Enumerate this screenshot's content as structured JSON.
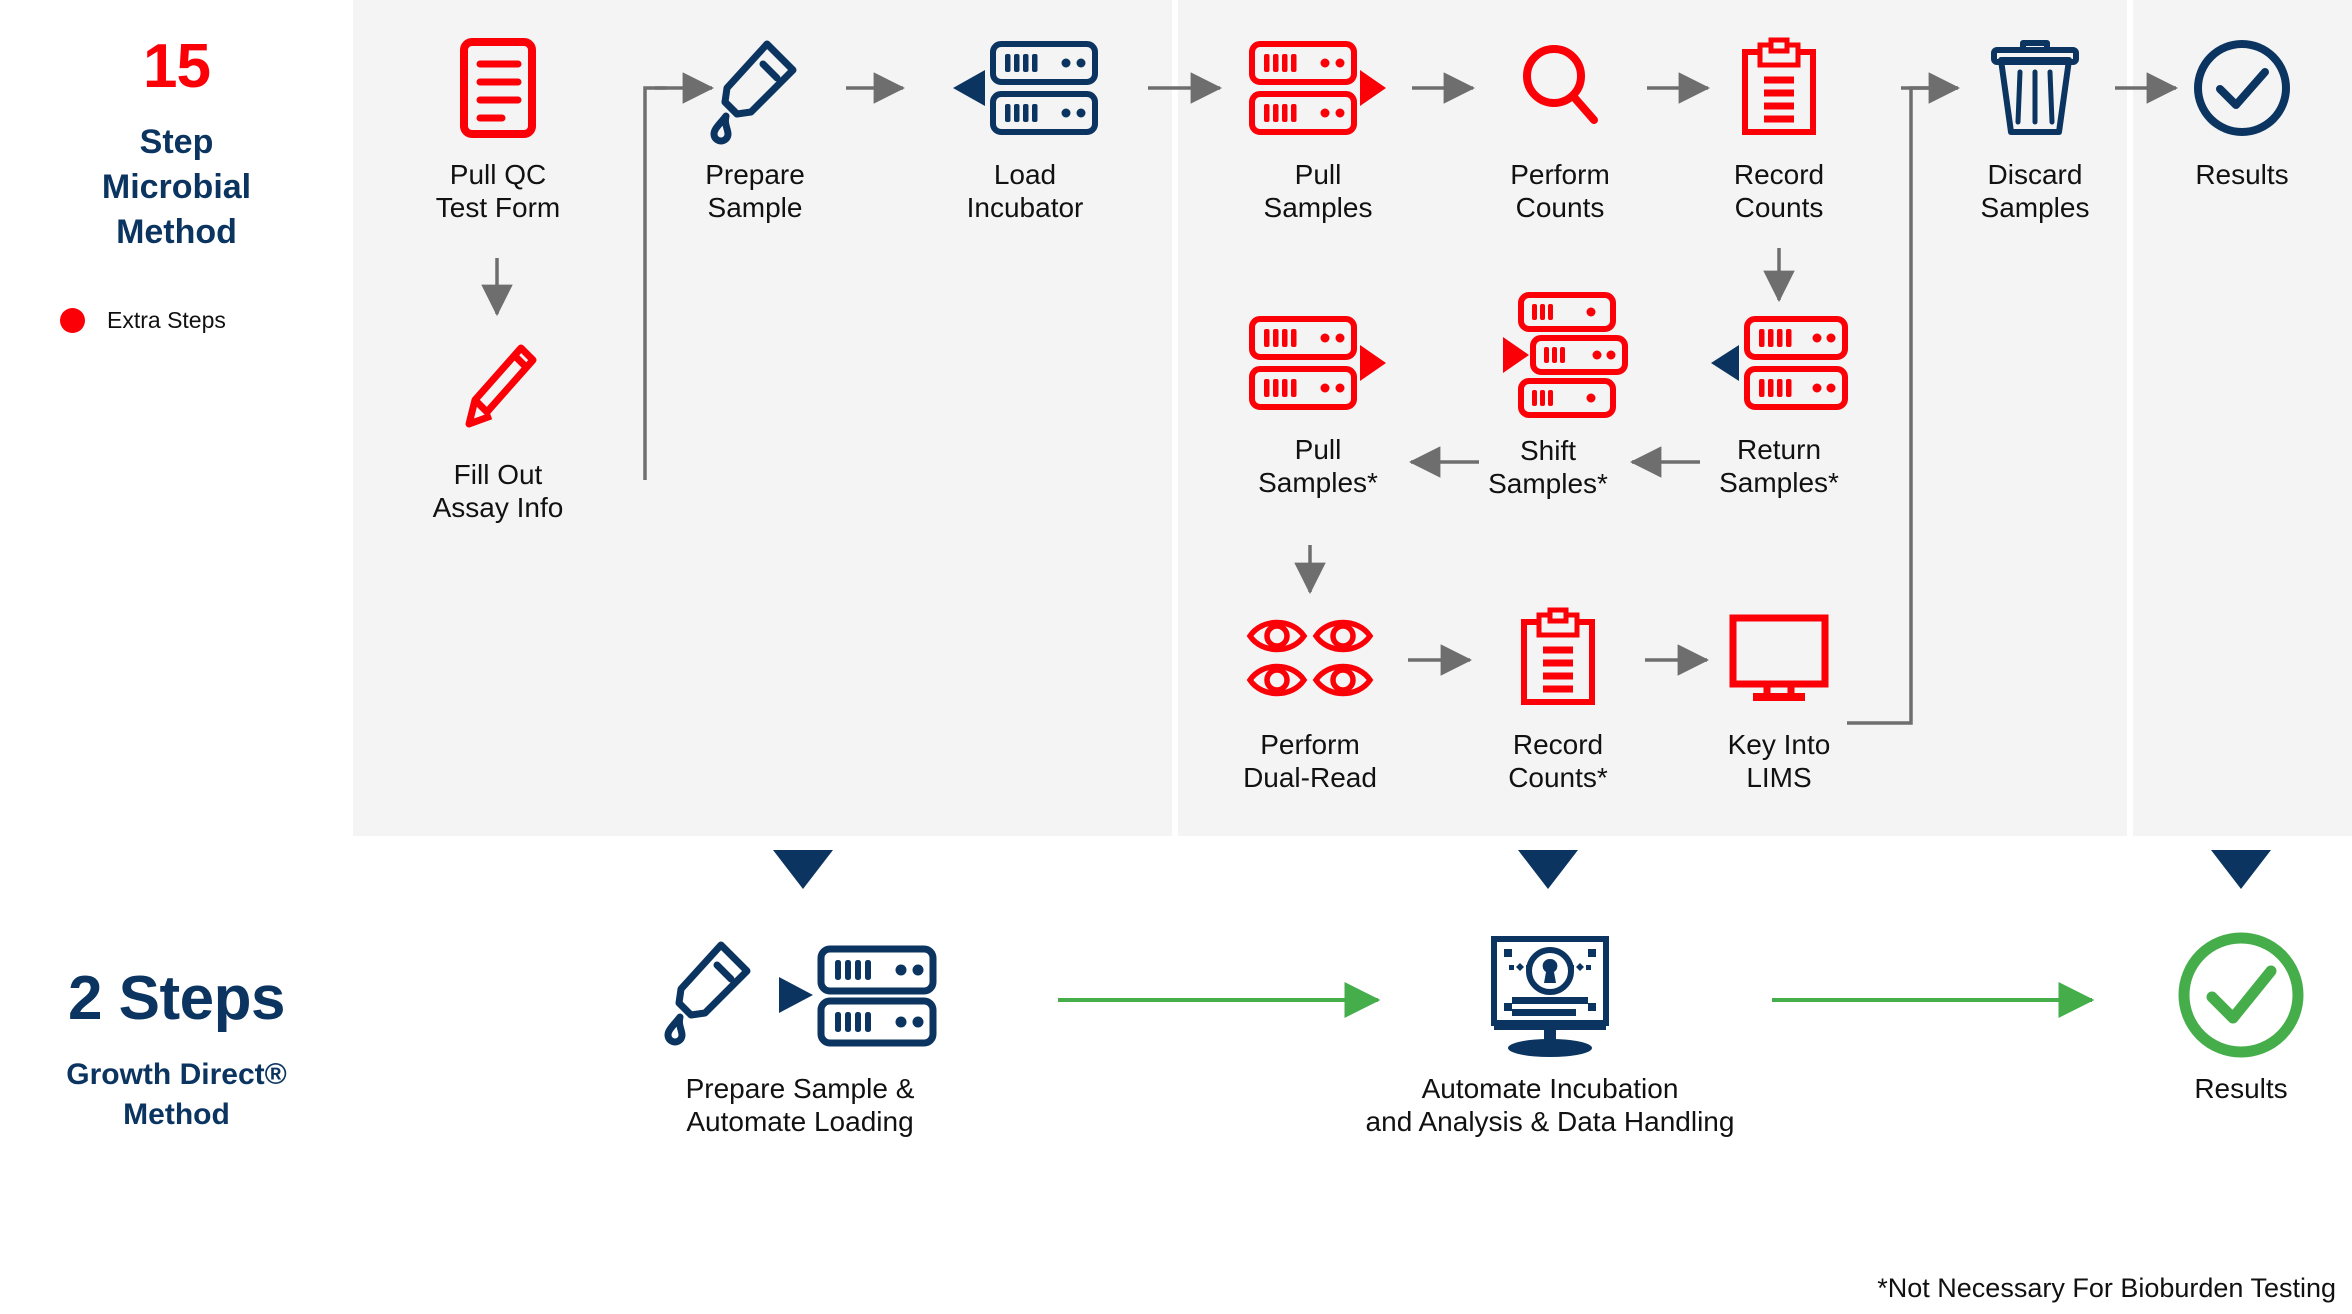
{
  "colors": {
    "red": "#fb0007",
    "navy": "#0b3560",
    "green": "#45ae4a",
    "gray_panel": "#f4f4f4",
    "arrow_gray": "#6e6e6e",
    "text": "#111111"
  },
  "left_header": {
    "count": "15",
    "title_line1": "Step",
    "title_line2": "Microbial",
    "title_line3": "Method",
    "legend_label": "Extra Steps"
  },
  "bottom_header": {
    "count": "2 Steps",
    "title_line1": "Growth Direct®",
    "title_line2": "Method"
  },
  "top_workflow": {
    "row1": [
      {
        "id": "pull-qc-test-form",
        "label": "Pull QC\nTest Form",
        "icon": "document-icon",
        "color": "red"
      },
      {
        "id": "fill-out-assay-info",
        "label": "Fill Out\nAssay Info",
        "icon": "pencil-icon",
        "color": "red"
      },
      {
        "id": "prepare-sample",
        "label": "Prepare\nSample",
        "icon": "pipette-icon",
        "color": "navy"
      },
      {
        "id": "load-incubator",
        "label": "Load\nIncubator",
        "icon": "incubator-rack-icon",
        "color": "navy"
      },
      {
        "id": "pull-samples",
        "label": "Pull\nSamples",
        "icon": "incubator-rack-out-icon",
        "color": "red"
      },
      {
        "id": "perform-counts",
        "label": "Perform\nCounts",
        "icon": "magnifier-icon",
        "color": "red"
      },
      {
        "id": "record-counts",
        "label": "Record\nCounts",
        "icon": "clipboard-icon",
        "color": "red"
      },
      {
        "id": "discard-samples",
        "label": "Discard\nSamples",
        "icon": "trash-icon",
        "color": "navy"
      },
      {
        "id": "results",
        "label": "Results",
        "icon": "check-circle-icon",
        "color": "navy"
      }
    ],
    "row2": [
      {
        "id": "pull-samples-extra",
        "label": "Pull\nSamples*",
        "icon": "incubator-rack-out-icon",
        "color": "red"
      },
      {
        "id": "shift-samples",
        "label": "Shift\nSamples*",
        "icon": "incubator-shift-icon",
        "color": "red"
      },
      {
        "id": "return-samples",
        "label": "Return\nSamples*",
        "icon": "incubator-rack-in-icon",
        "color": "red"
      }
    ],
    "row3": [
      {
        "id": "perform-dual-read",
        "label": "Perform\nDual-Read",
        "icon": "four-eyes-icon",
        "color": "red"
      },
      {
        "id": "record-counts-extra",
        "label": "Record\nCounts*",
        "icon": "clipboard-icon",
        "color": "red"
      },
      {
        "id": "key-into-lims",
        "label": "Key Into\nLIMS",
        "icon": "monitor-icon",
        "color": "red"
      }
    ]
  },
  "bottom_workflow": [
    {
      "id": "prepare-sample-automate-loading",
      "label": "Prepare Sample &\nAutomate Loading",
      "icon": "pipette-and-rack-icon",
      "color": "navy"
    },
    {
      "id": "automate-incubation-analysis",
      "label": "Automate Incubation\nand Analysis & Data Handling",
      "icon": "analysis-monitor-icon",
      "color": "navy"
    },
    {
      "id": "results-bottom",
      "label": "Results",
      "icon": "check-circle-icon",
      "color": "green"
    }
  ],
  "footnote": "*Not Necessary For Bioburden Testing"
}
